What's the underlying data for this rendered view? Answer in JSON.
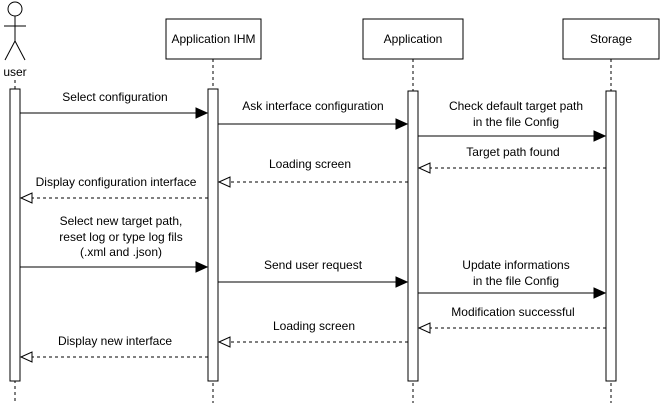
{
  "participants": [
    {
      "id": "user",
      "label": "user",
      "kind": "actor"
    },
    {
      "id": "ihm",
      "label": "Application IHM",
      "kind": "box"
    },
    {
      "id": "app",
      "label": "Application",
      "kind": "box"
    },
    {
      "id": "storage",
      "label": "Storage",
      "kind": "box"
    }
  ],
  "messages": [
    {
      "from": "user",
      "to": "ihm",
      "style": "solid",
      "lines": [
        "Select configuration"
      ]
    },
    {
      "from": "ihm",
      "to": "app",
      "style": "solid",
      "lines": [
        "Ask interface configuration"
      ]
    },
    {
      "from": "app",
      "to": "storage",
      "style": "solid",
      "lines": [
        "Check default target path",
        "in the file Config"
      ]
    },
    {
      "from": "storage",
      "to": "app",
      "style": "dashed",
      "lines": [
        "Target path found"
      ]
    },
    {
      "from": "app",
      "to": "ihm",
      "style": "dashed",
      "lines": [
        "Loading screen"
      ]
    },
    {
      "from": "ihm",
      "to": "user",
      "style": "dashed",
      "lines": [
        "Display configuration interface"
      ]
    },
    {
      "from": "user",
      "to": "ihm",
      "style": "solid",
      "lines": [
        "Select new target path,",
        "reset log or type log fils",
        "(.xml and .json)"
      ]
    },
    {
      "from": "ihm",
      "to": "app",
      "style": "solid",
      "lines": [
        "Send user request"
      ]
    },
    {
      "from": "app",
      "to": "storage",
      "style": "solid",
      "lines": [
        "Update informations",
        "in the file Config"
      ]
    },
    {
      "from": "storage",
      "to": "app",
      "style": "dashed",
      "lines": [
        "Modification successful"
      ]
    },
    {
      "from": "app",
      "to": "ihm",
      "style": "dashed",
      "lines": [
        "Loading screen"
      ]
    },
    {
      "from": "ihm",
      "to": "user",
      "style": "dashed",
      "lines": [
        "Display new interface"
      ]
    }
  ]
}
